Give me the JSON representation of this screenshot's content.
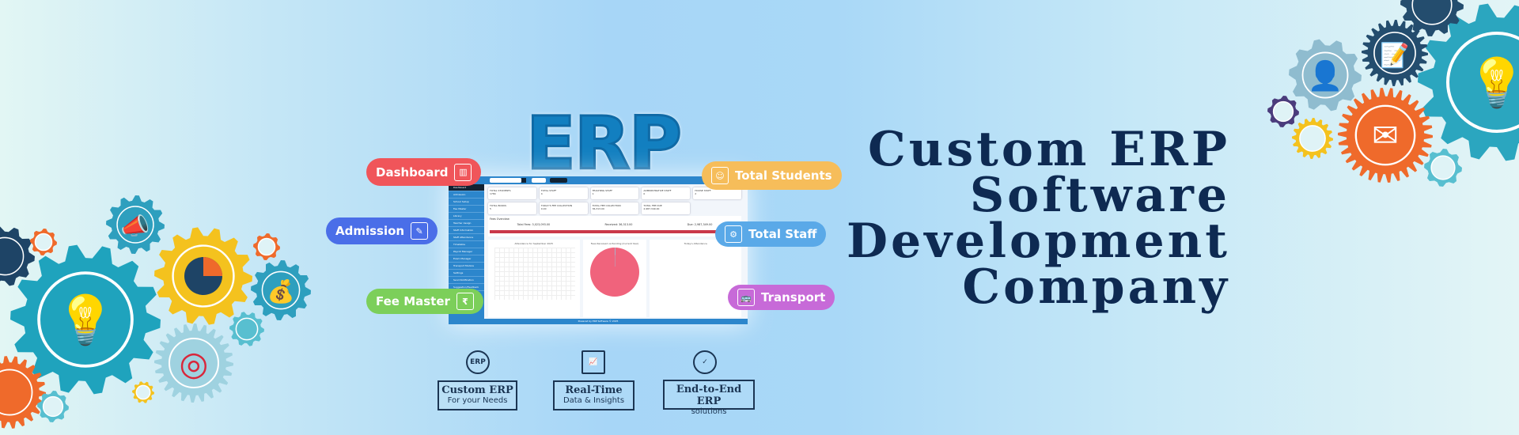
{
  "hero": {
    "logo_text": "ERP",
    "title_lines": [
      "Custom ERP",
      "Software",
      "Development",
      "Company"
    ]
  },
  "bubbles": {
    "dashboard": "Dashboard",
    "admission": "Admission",
    "fee_master": "Fee Master",
    "total_students": "Total Students",
    "total_staff": "Total Staff",
    "transport": "Transport"
  },
  "mockup": {
    "sidebar": [
      "Dashboard",
      "Admission",
      "School Setup",
      "Fee Master",
      "Library",
      "Teacher Assign",
      "Staff Information",
      "Staff Attendance",
      "Timetable",
      "Payroll Manager",
      "Exam Manager",
      "Transport Module",
      "Settings",
      "Send Notification",
      "Suggestion/Feedback"
    ],
    "cards": [
      {
        "label": "TOTAL STUDENTS",
        "value": "1784"
      },
      {
        "label": "TOTAL STAFF",
        "value": "4"
      },
      {
        "label": "TEACHING STAFF",
        "value": "1"
      },
      {
        "label": "ADMINISTRATIVE STAFF",
        "value": "0"
      },
      {
        "label": "HOUSE STAFF",
        "value": "2"
      },
      {
        "label": "TOTAL BOOKS",
        "value": "5"
      },
      {
        "label": "TODAY'S FEE COLLECTION",
        "value": "0.00"
      },
      {
        "label": "TOTAL FEE COLLECTION",
        "value": "36,313.00"
      },
      {
        "label": "TOTAL FEE DUE",
        "value": "2,987,349.00"
      }
    ],
    "fees_title": "Fees Overview",
    "total_fees": "Total Fees: 3,023,093.00",
    "received": "Received: 36,313.00",
    "due": "Due: 2,987,349.00",
    "chart1_title": "Attendance for September 2025",
    "chart2_title": "Fees Received vs Pending (Current Year)",
    "chart3_title": "Today's Attendance",
    "footer": "Powered by ERP Software © 2025"
  },
  "badges": [
    {
      "title": "Custom ERP",
      "subtitle": "For your Needs",
      "icon": "erp-gear-icon"
    },
    {
      "title": "Real-Time",
      "subtitle": "Data & Insights",
      "icon": "analytics-monitor-icon"
    },
    {
      "title": "End-to-End ERP",
      "subtitle": "solutions",
      "icon": "gear-check-icon"
    }
  ],
  "colors": {
    "title": "#0e2a52",
    "erp": "#127fc0",
    "dashboard": "#f0555a",
    "admission": "#4a6ee8",
    "fee": "#7ccf5a",
    "students": "#f6bd5a",
    "staff": "#5aa9e8",
    "transport": "#c76ad8"
  }
}
